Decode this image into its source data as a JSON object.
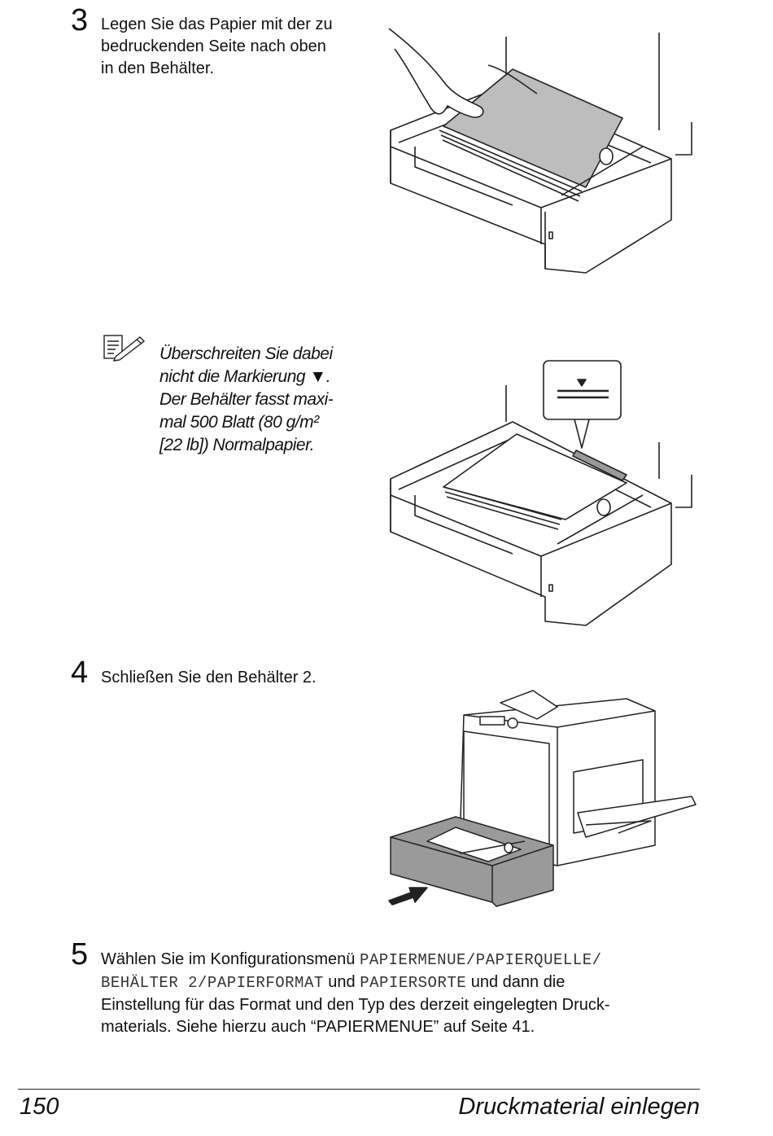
{
  "steps": [
    {
      "number": "3",
      "lines": [
        "Legen Sie das Papier mit der zu",
        "bedruckenden Seite nach oben",
        "in den Behälter."
      ]
    },
    {
      "number": "4",
      "text": "Schließen Sie den Behälter 2."
    },
    {
      "number": "5",
      "p1": "Wählen Sie im Konfigurationsmenü ",
      "m1": "PAPIERMENUE/PAPIERQUELLE/",
      "m2": "BEHÄLTER 2/PAPIERFORMAT",
      "p2": " und ",
      "m3": "PAPIERSORTE",
      "p3": " und dann die",
      "line3": "Einstellung für das Format und den Typ des derzeit eingelegten Druck-",
      "line4": "materials. Siehe hierzu auch “PAPIERMENUE” auf Seite 41."
    }
  ],
  "note": {
    "icon": "note-pencil-icon",
    "lines": [
      "Überschreiten Sie dabei",
      "nicht die Markierung ▼.",
      "Der Behälter fasst maxi-",
      "mal 500 Blatt (80 g/m²",
      "[22 lb]) Normalpapier."
    ]
  },
  "footer": {
    "page_number": "150",
    "section_title": "Druckmaterial einlegen"
  }
}
